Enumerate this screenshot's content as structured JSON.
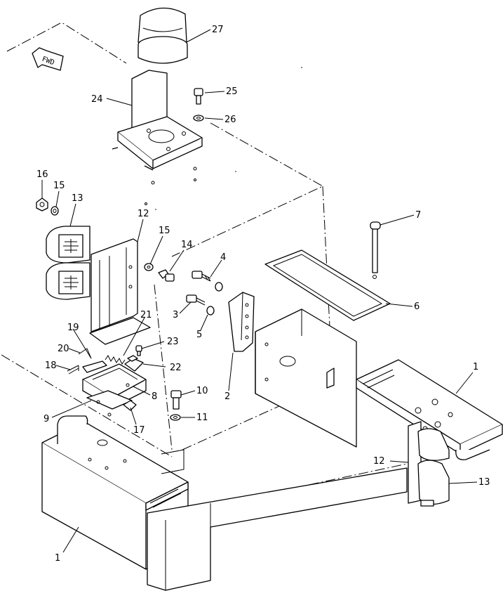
{
  "diagram": {
    "fwd_label": "FWD",
    "callouts": {
      "c1a": "1",
      "c1b": "1",
      "c2": "2",
      "c3": "3",
      "c4": "4",
      "c5": "5",
      "c6": "6",
      "c7": "7",
      "c8": "8",
      "c9": "9",
      "c10": "10",
      "c11": "11",
      "c12a": "12",
      "c12b": "12",
      "c13a": "13",
      "c13b": "13",
      "c14": "14",
      "c15a": "15",
      "c15b": "15",
      "c16": "16",
      "c17": "17",
      "c18": "18",
      "c19": "19",
      "c20": "20",
      "c21": "21",
      "c22": "22",
      "c23": "23",
      "c24": "24",
      "c25": "25",
      "c26": "26",
      "c27": "27"
    }
  }
}
